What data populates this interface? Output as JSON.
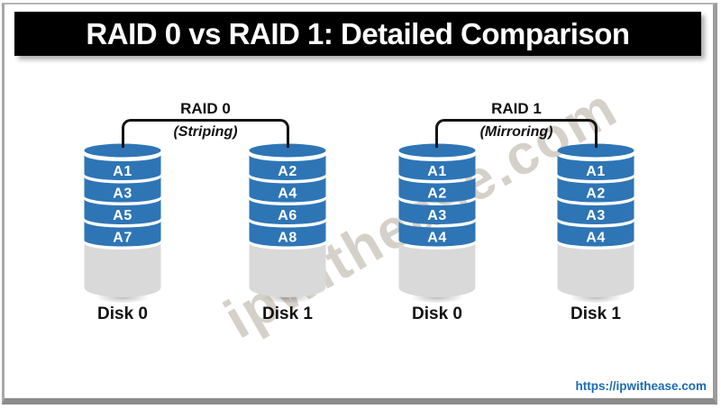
{
  "title": "RAID 0 vs RAID 1: Detailed Comparison",
  "watermark": "ipwithease.com",
  "footer_link": "https://ipwithease.com",
  "colors": {
    "disk_blue": "#2E75B6",
    "disk_gray": "#D9D9D9",
    "title_bg": "#000000",
    "title_fg": "#FFFFFF",
    "link_blue": "#1A6BB5",
    "bracket": "#141414",
    "watermark": "#8F8268"
  },
  "groups": [
    {
      "name": "RAID 0",
      "mode": "(Striping)",
      "disks": [
        {
          "label": "Disk 0",
          "blocks": [
            "A1",
            "A3",
            "A5",
            "A7"
          ]
        },
        {
          "label": "Disk 1",
          "blocks": [
            "A2",
            "A4",
            "A6",
            "A8"
          ]
        }
      ]
    },
    {
      "name": "RAID 1",
      "mode": "(Mirroring)",
      "disks": [
        {
          "label": "Disk 0",
          "blocks": [
            "A1",
            "A2",
            "A3",
            "A4"
          ]
        },
        {
          "label": "Disk 1",
          "blocks": [
            "A1",
            "A2",
            "A3",
            "A4"
          ]
        }
      ]
    }
  ]
}
